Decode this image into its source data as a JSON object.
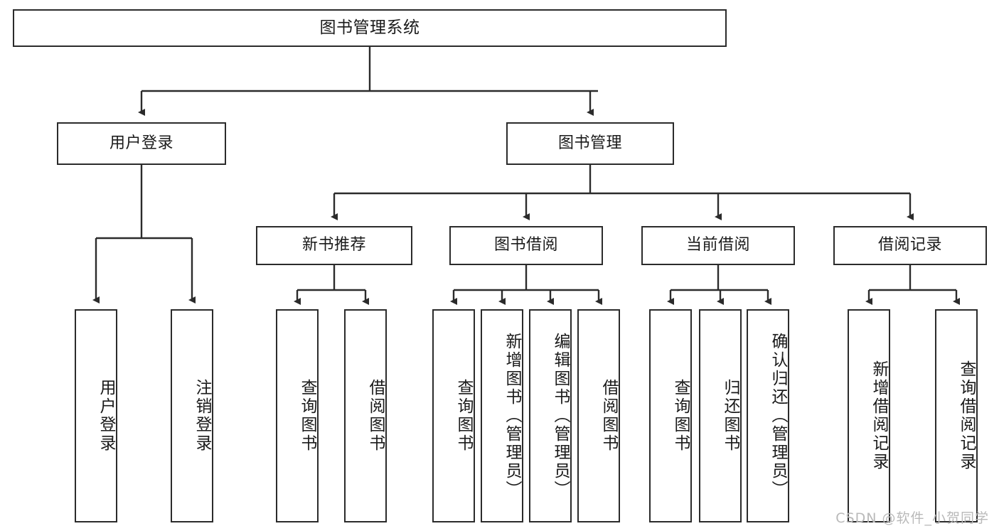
{
  "diagram": {
    "type": "tree",
    "title": "图书管理系统",
    "watermark": "CSDN @软件_小贺同学",
    "colors": {
      "stroke": "#2b2b2b",
      "fill": "#ffffff",
      "text": "#1a1a1a",
      "watermark": "#b9b9b9"
    },
    "nodes": {
      "root": "图书管理系统",
      "level2": [
        "用户登录",
        "图书管理"
      ],
      "level3": [
        "新书推荐",
        "图书借阅",
        "当前借阅",
        "借阅记录"
      ],
      "leaves": {
        "user_login": [
          "用户登录",
          "注销登录"
        ],
        "new_book": [
          "查询图书",
          "借阅图书"
        ],
        "borrow": [
          "查询图书",
          "新增图书（管理员）",
          "编辑图书（管理员）",
          "借阅图书"
        ],
        "current": [
          "查询图书",
          "归还图书",
          "确认归还（管理员）"
        ],
        "records": [
          "新增借阅记录",
          "查询借阅记录"
        ]
      }
    },
    "edges": [
      {
        "from": "图书管理系统",
        "to": "用户登录"
      },
      {
        "from": "图书管理系统",
        "to": "图书管理"
      },
      {
        "from": "图书管理",
        "to": "新书推荐"
      },
      {
        "from": "图书管理",
        "to": "图书借阅"
      },
      {
        "from": "图书管理",
        "to": "当前借阅"
      },
      {
        "from": "图书管理",
        "to": "借阅记录"
      },
      {
        "from": "用户登录",
        "to": "用户登录"
      },
      {
        "from": "用户登录",
        "to": "注销登录"
      },
      {
        "from": "新书推荐",
        "to": "查询图书"
      },
      {
        "from": "新书推荐",
        "to": "借阅图书"
      },
      {
        "from": "图书借阅",
        "to": "查询图书"
      },
      {
        "from": "图书借阅",
        "to": "新增图书（管理员）"
      },
      {
        "from": "图书借阅",
        "to": "编辑图书（管理员）"
      },
      {
        "from": "图书借阅",
        "to": "借阅图书"
      },
      {
        "from": "当前借阅",
        "to": "查询图书"
      },
      {
        "from": "当前借阅",
        "to": "归还图书"
      },
      {
        "from": "当前借阅",
        "to": "确认归还（管理员）"
      },
      {
        "from": "借阅记录",
        "to": "新增借阅记录"
      },
      {
        "from": "借阅记录",
        "to": "查询借阅记录"
      }
    ]
  }
}
